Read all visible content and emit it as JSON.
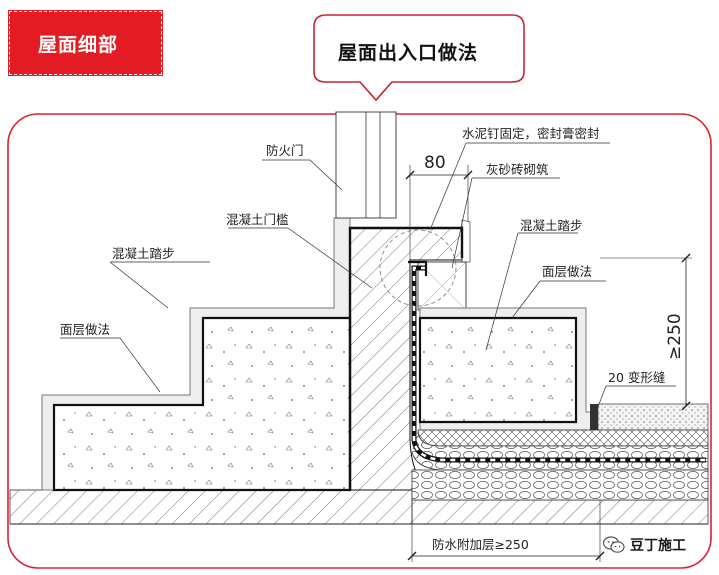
{
  "header": {
    "section_tag": "屋面细部",
    "callout_title": "屋面出入口做法"
  },
  "labels": {
    "cement_nail": "水泥钉固定，密封膏密封",
    "fire_door": "防火门",
    "dim_80": "80",
    "lime_sand_brick": "灰砂砖砌筑",
    "concrete_threshold": "混凝土门槛",
    "concrete_step_left": "混凝土踏步",
    "concrete_step_right": "混凝土踏步",
    "roof_finish_right": "面层做法",
    "roof_finish_left": "面层做法",
    "dim_250_vertical": "≥250",
    "expansion_joint": "20 变形缝",
    "waterproof_additional": "防水附加层≥250"
  },
  "watermark": {
    "text": "豆丁施工",
    "icon": "wechat-icon"
  },
  "colors": {
    "accent_red": "#e31b23",
    "frame_red": "#d9252b"
  }
}
